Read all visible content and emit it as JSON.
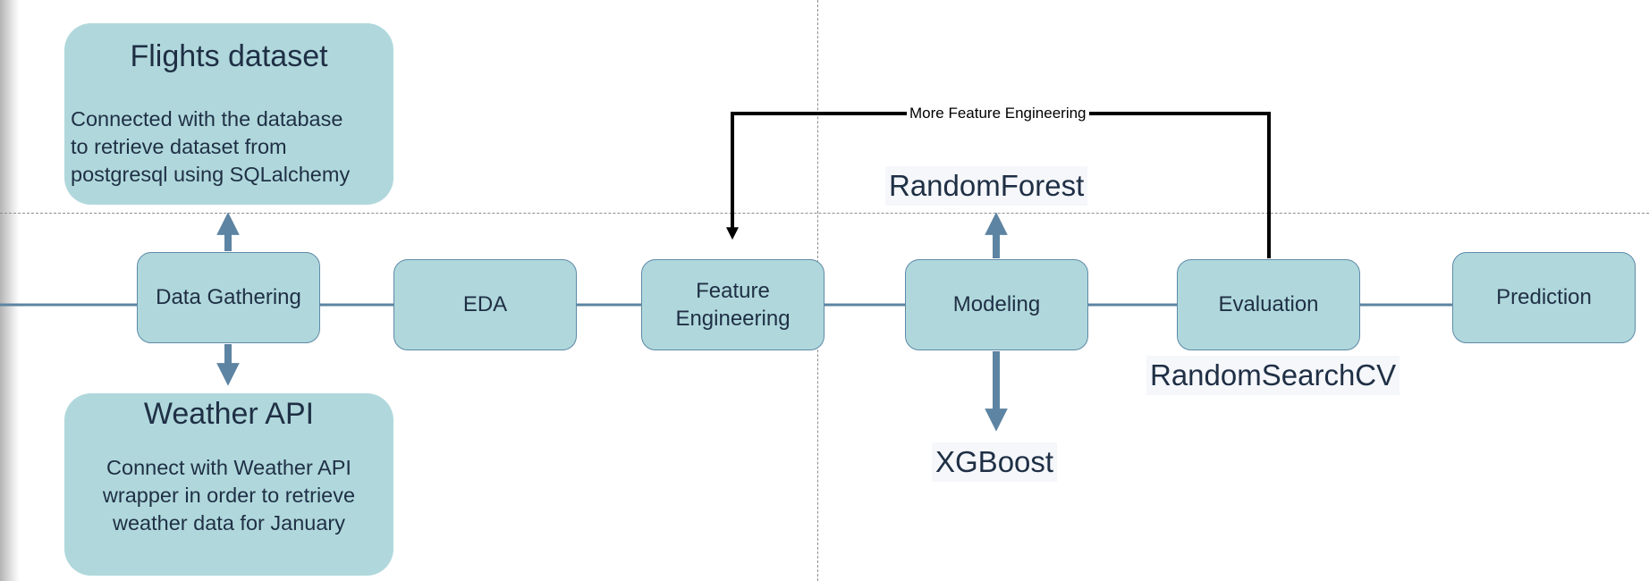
{
  "diagram": {
    "cards": {
      "flights": {
        "title": "Flights dataset",
        "body": "Connected with the database\nto retrieve dataset from\npostgresql using SQLalchemy"
      },
      "weather": {
        "title": "Weather API",
        "body": "Connect with Weather API\nwrapper in order to retrieve\nweather data for January"
      }
    },
    "steps": {
      "data_gathering": "Data Gathering",
      "eda": "EDA",
      "feature_engineering": "Feature\nEngineering",
      "modeling": "Modeling",
      "evaluation": "Evaluation",
      "prediction": "Prediction"
    },
    "labels": {
      "random_forest": "RandomForest",
      "xgboost": "XGBoost",
      "random_search": "RandomSearchCV",
      "loop": "More Feature Engineering"
    },
    "colors": {
      "node_fill": "#b0d8dc",
      "node_stroke": "#5d8aa8",
      "connector": "#5d84a2",
      "loop_arrow": "#000000",
      "text": "#1f2f45"
    }
  }
}
